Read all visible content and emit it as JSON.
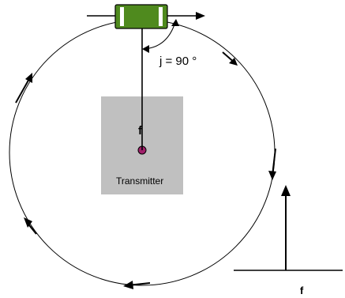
{
  "labels": {
    "angle": "j = 90 °",
    "field_center": "f",
    "transmitter": "Transmitter",
    "field_corner": "f"
  },
  "colors": {
    "transmitter_box": "#c0c0c0",
    "vehicle_body": "#4f8a1e",
    "vehicle_window": "#ffffff",
    "transmitter_dot": "#a0206a",
    "line": "#000000"
  }
}
